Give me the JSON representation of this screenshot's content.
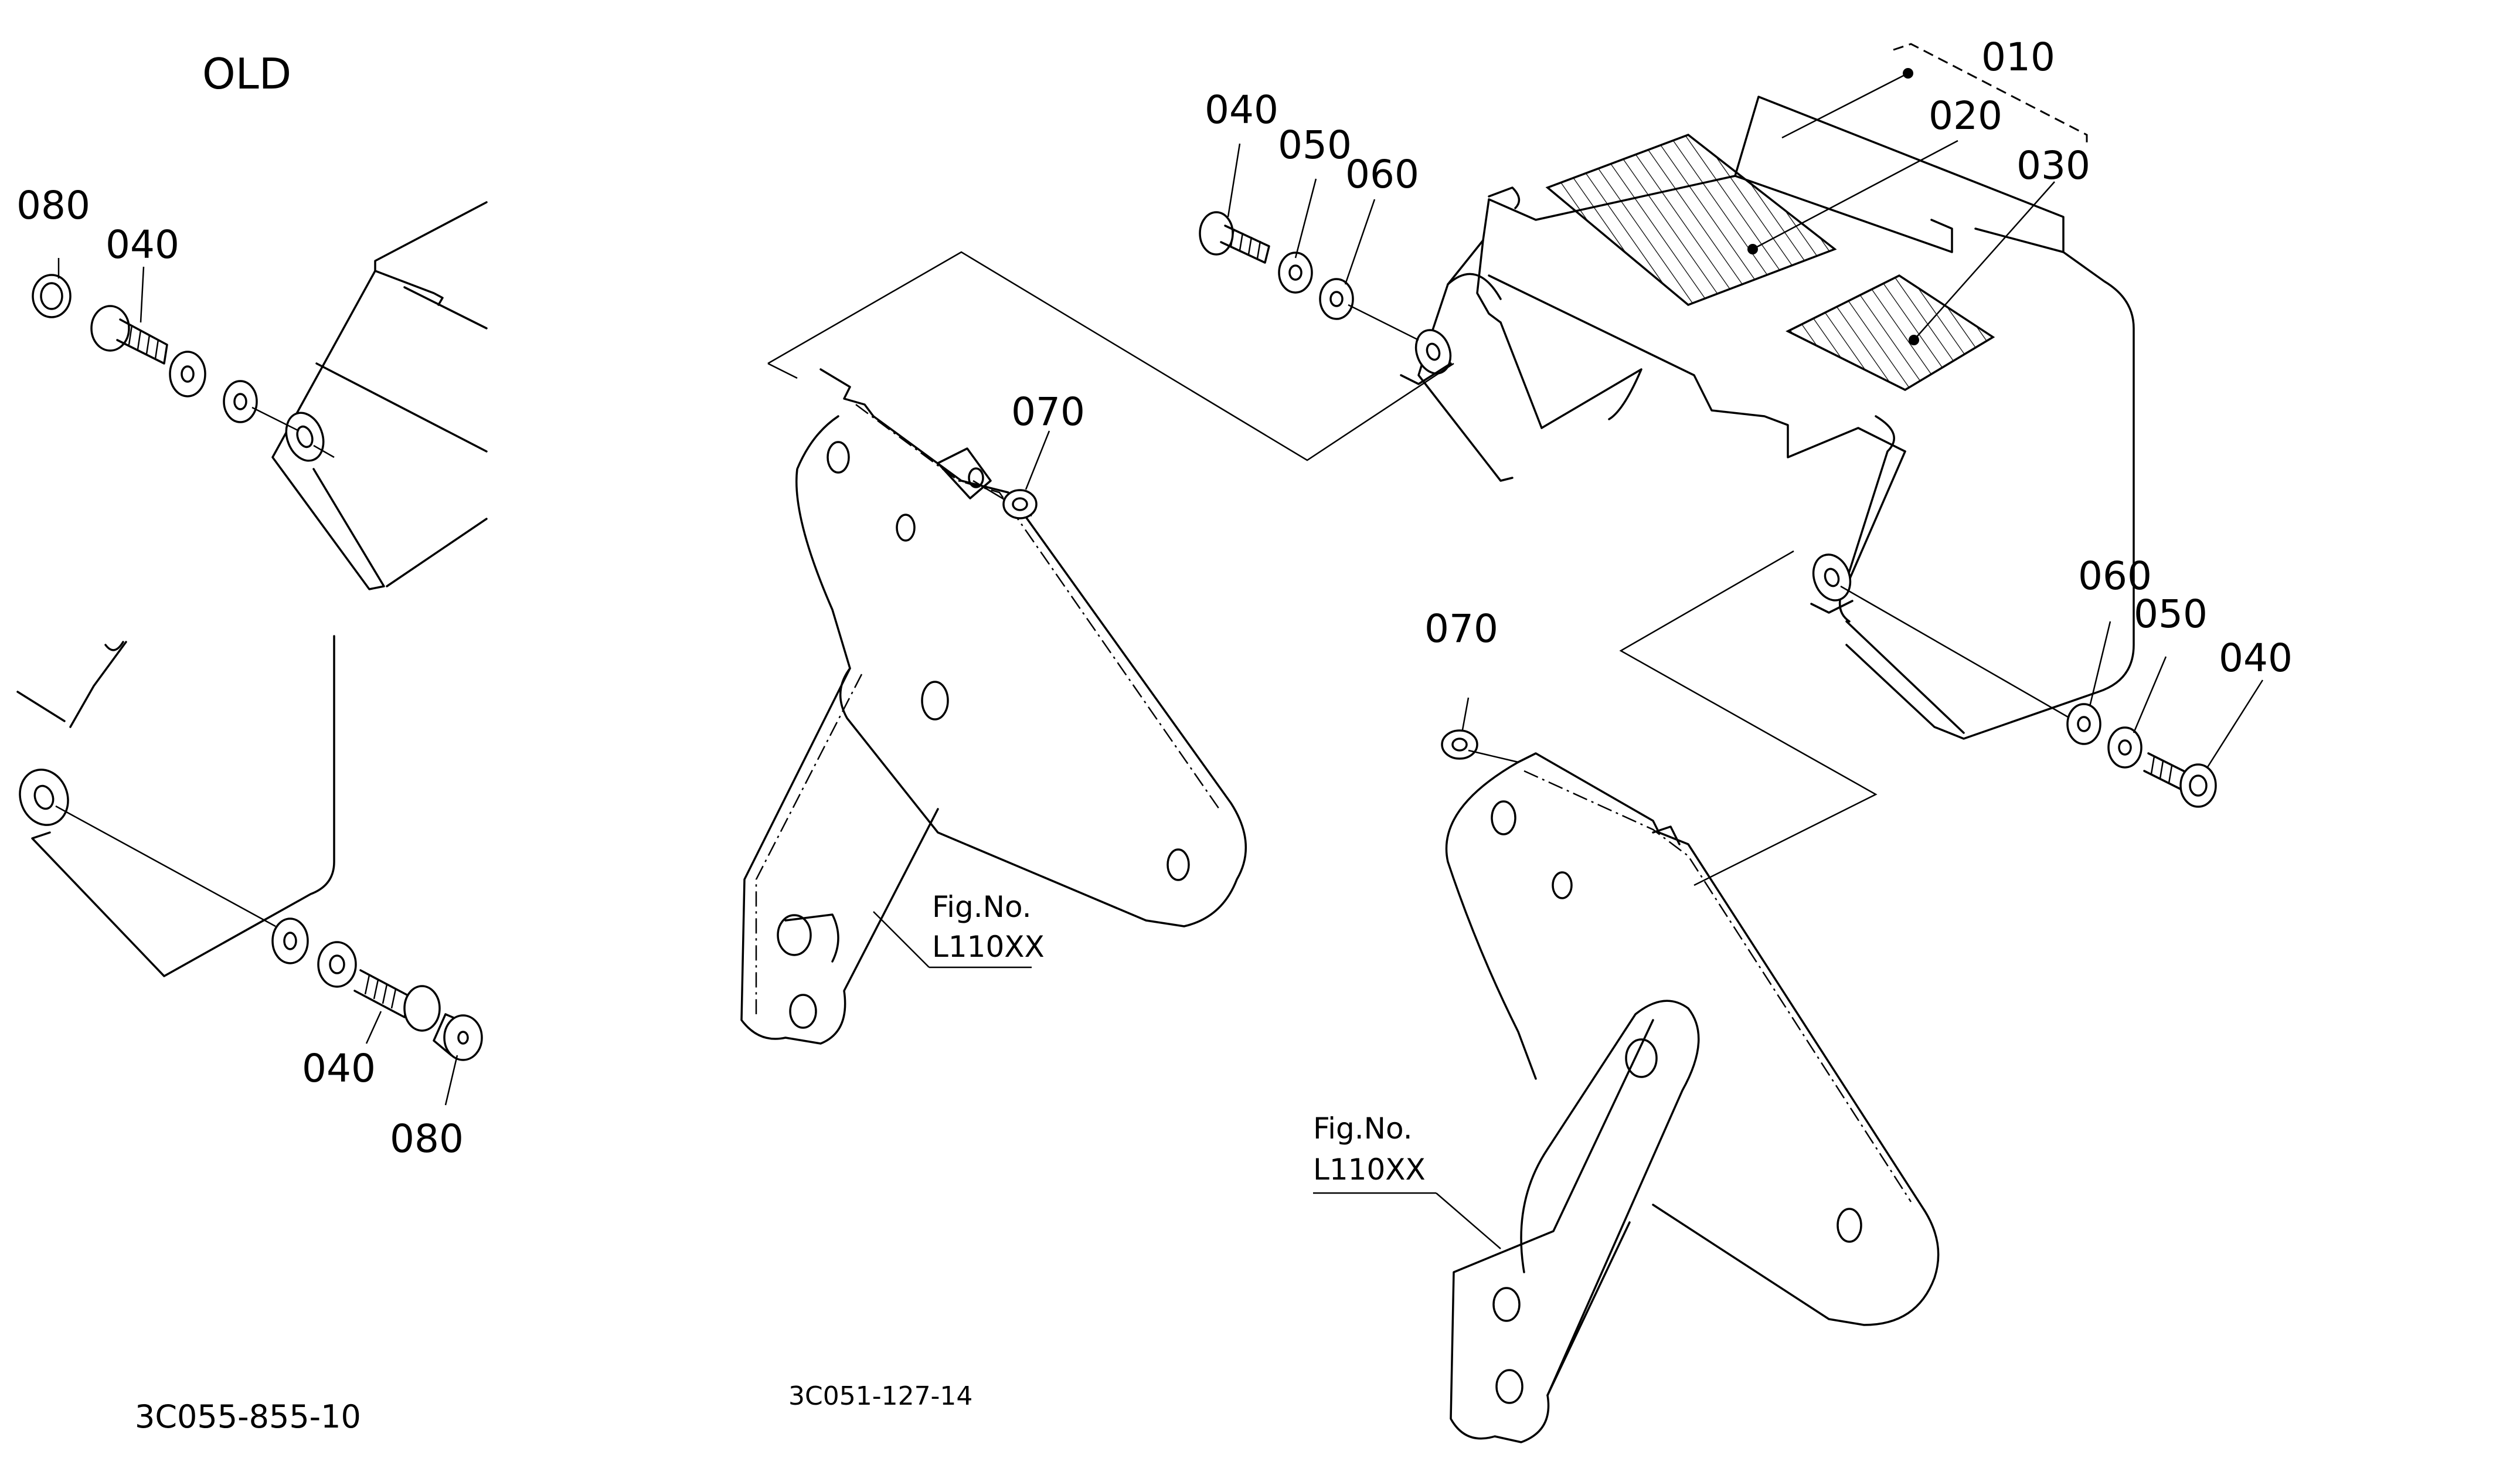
{
  "section_label": "OLD",
  "callouts": {
    "c010": "010",
    "c020": "020",
    "c030": "030",
    "c040": "040",
    "c050": "050",
    "c060": "060",
    "c070": "070",
    "c080": "080"
  },
  "figure_ref": {
    "line1": "Fig.No.",
    "line2": "L110XX"
  },
  "drawing_codes": {
    "old": "3C055-855-10",
    "new": "3C051-127-14"
  }
}
